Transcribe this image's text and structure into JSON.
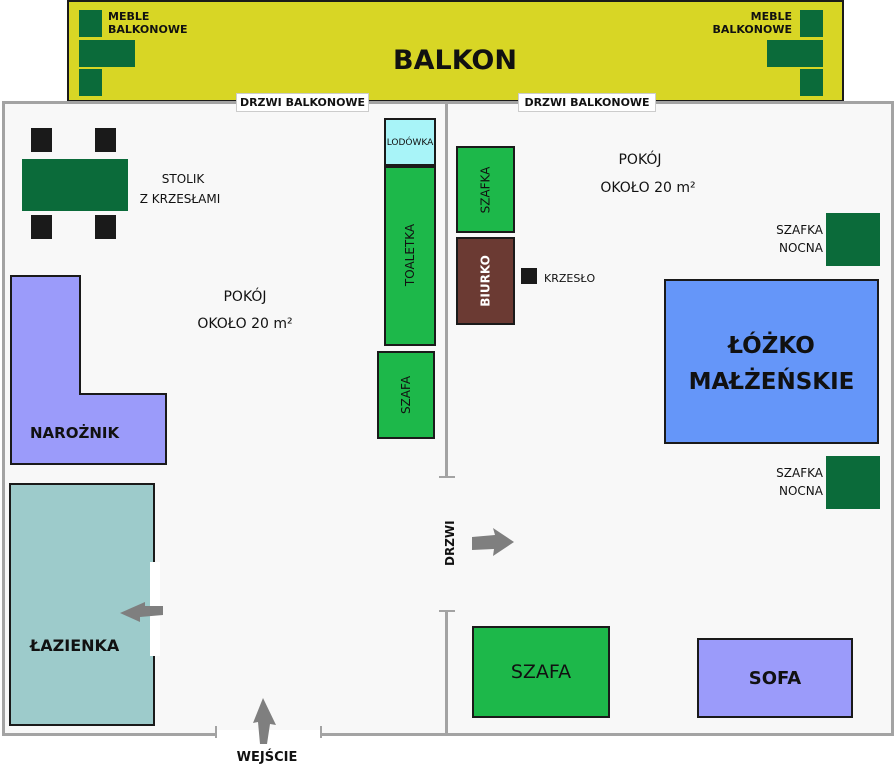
{
  "balcony": {
    "title": "BALKON",
    "furniture_left": "MEBLE BALKONOWE",
    "furniture_right": "MEBLE BALKONOWE",
    "color": "#d8d625"
  },
  "doors": {
    "balcony_left": "DRZWI   BALKONOWE",
    "balcony_right": "DRZWI   BALKONOWE",
    "inner": "DRZWI",
    "entrance": "WEJŚCIE"
  },
  "left_room": {
    "label": "POKÓJ",
    "area": "OKOŁO 20 m²",
    "table": "STOLIK",
    "table2": "Z KRZESŁAMI",
    "fridge": "LODÓWKA",
    "vanity": "TOALETKA",
    "wardrobe": "SZAFA",
    "corner_sofa": "NAROŻNIK",
    "bathroom": "ŁAZIENKA"
  },
  "right_room": {
    "label": "POKÓJ",
    "area": "OKOŁO 20 m²",
    "cabinet": "SZAFKA",
    "desk": "BIURKO",
    "chair": "KRZESŁO",
    "nightstand1a": "SZAFKA",
    "nightstand1b": "NOCNA",
    "nightstand2a": "SZAFKA",
    "nightstand2b": "NOCNA",
    "bed1": "ŁÓŻKO",
    "bed2": "MAŁŻEŃSKIE",
    "wardrobe": "SZAFA",
    "sofa": "SOFA"
  }
}
